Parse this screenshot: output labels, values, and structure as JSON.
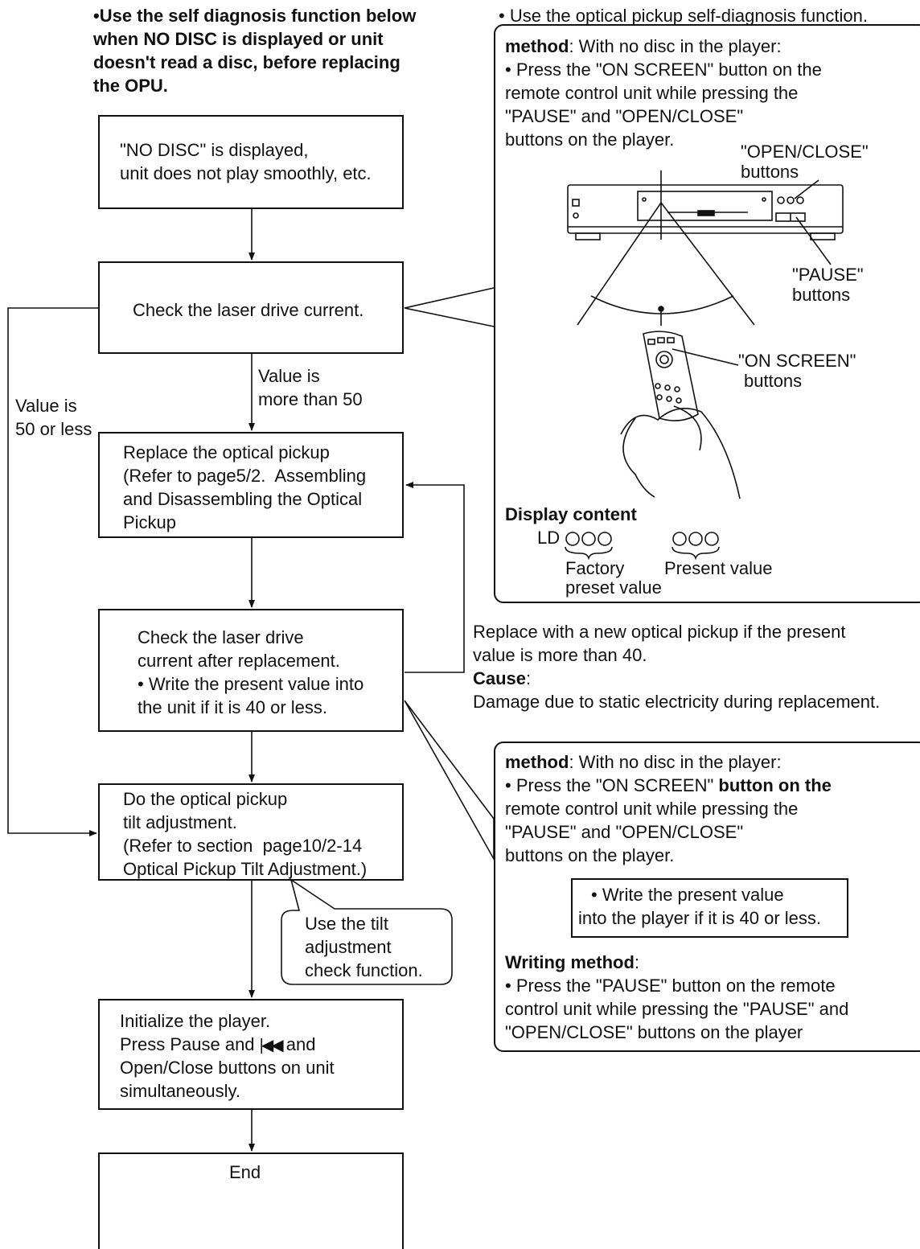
{
  "intro_note": [
    "•Use the self diagnosis function below",
    "when NO DISC is displayed or unit",
    "doesn't read a disc, before replacing",
    "the OPU."
  ],
  "top_right_note": "• Use the optical pickup self-diagnosis function.",
  "flow": {
    "box1": [
      "\"NO DISC\" is displayed,",
      "unit does not play smoothly, etc."
    ],
    "box2": [
      "Check the laser drive current."
    ],
    "branch_more": [
      "Value is",
      "more than 50"
    ],
    "branch_less": [
      "Value is",
      "50 or less"
    ],
    "box3": [
      "Replace the optical pickup",
      "(Refer to page5/2.  Assembling",
      "and Disassembling the Optical",
      "Pickup"
    ],
    "box4": [
      "Check the laser drive",
      "current after replacement.",
      "• Write the present value into",
      "the unit if it is 40 or less."
    ],
    "box5": [
      "Do the optical pickup",
      "tilt adjustment.",
      "(Refer to section  page10/2-14",
      "Optical Pickup Tilt Adjustment.)"
    ],
    "callout": [
      "Use the tilt",
      "adjustment",
      "check function."
    ],
    "box6": [
      "Initialize the player.",
      "Press Pause and ",
      " and",
      "Open/Close buttons on unit",
      "simultaneously."
    ],
    "box7": [
      "End"
    ]
  },
  "panel1": {
    "method_label": "method",
    "method_text": ": With no disc in the player:",
    "lines": [
      "• Press the \"ON SCREEN\" button on the",
      "remote control unit while pressing the",
      "\"PAUSE\" and \"OPEN/CLOSE\"",
      "buttons on the player."
    ],
    "label_openclose": [
      "\"OPEN/CLOSE\"",
      "buttons"
    ],
    "label_pause": [
      "\"PAUSE\"",
      "buttons"
    ],
    "label_onscreen": [
      "\"ON SCREEN\"",
      "buttons"
    ],
    "display_content_label": "Display content",
    "display_prefix": "LD",
    "display_factory": [
      "Factory",
      "preset value"
    ],
    "display_present": "Present value"
  },
  "middle_note": {
    "lines": [
      "Replace with a new optical pickup if the present",
      "value is more than 40."
    ],
    "cause_label": "Cause",
    "cause_text": "Damage due to static electricity during replacement."
  },
  "panel2": {
    "method_label": "method",
    "method_text": ": With no disc in the player:",
    "line1_a": "• Press the ",
    "line1_b": "\"ON SCREEN\"",
    "line1_c": " button on the",
    "lines": [
      "remote control unit while pressing the",
      "\"PAUSE\" and \"OPEN/CLOSE\"",
      "buttons on the player."
    ],
    "inner_box": [
      "• Write the present value",
      "into the player if it is 40 or less."
    ],
    "writing_label": "Writing method",
    "writing_colon": ":",
    "writing_lines": [
      "• Press the \"PAUSE\" button on the remote",
      "control unit while pressing the \"PAUSE\" and",
      "\"OPEN/CLOSE\" buttons on the player"
    ]
  }
}
